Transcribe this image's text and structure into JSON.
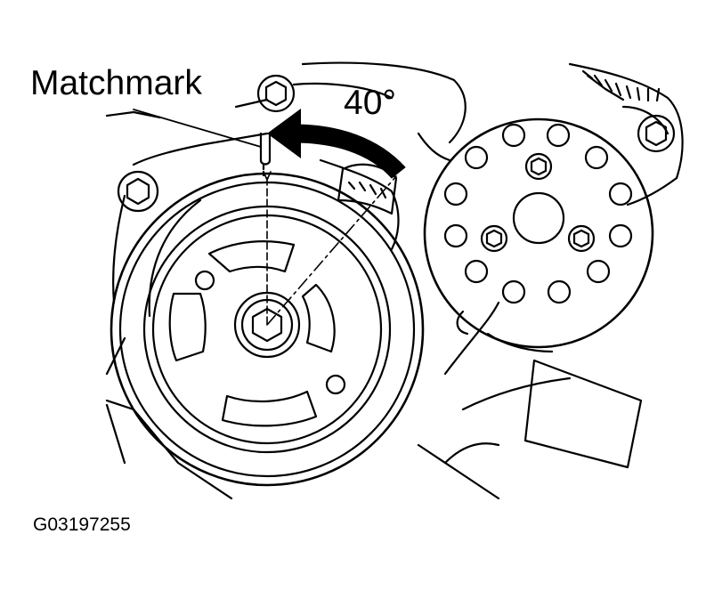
{
  "labels": {
    "matchmark": "Matchmark",
    "angle": "40°",
    "figure_code": "G03197255"
  },
  "colors": {
    "ink": "#000000",
    "paper": "#ffffff"
  }
}
